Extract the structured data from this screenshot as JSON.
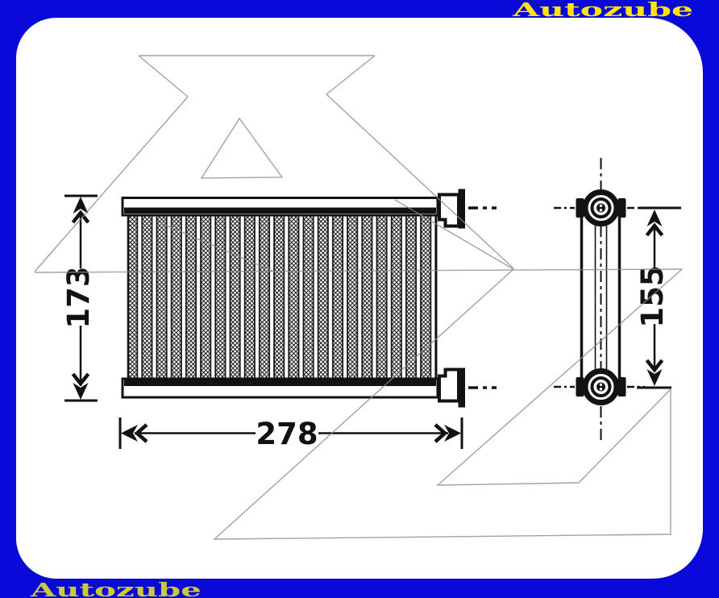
{
  "brand": {
    "top_label": "Autozube",
    "bottom_label": "Autozube"
  },
  "palette": {
    "frame_blue": "#0a0ad8",
    "brand_yellow_top": "#ffe40e",
    "brand_yellow_bottom": "#c9c93c",
    "line_black": "#121212",
    "watermark_gray": "#8a8a8a"
  },
  "drawing": {
    "dim_front_height": "173",
    "dim_front_width": "278",
    "dim_side_height": "155"
  }
}
